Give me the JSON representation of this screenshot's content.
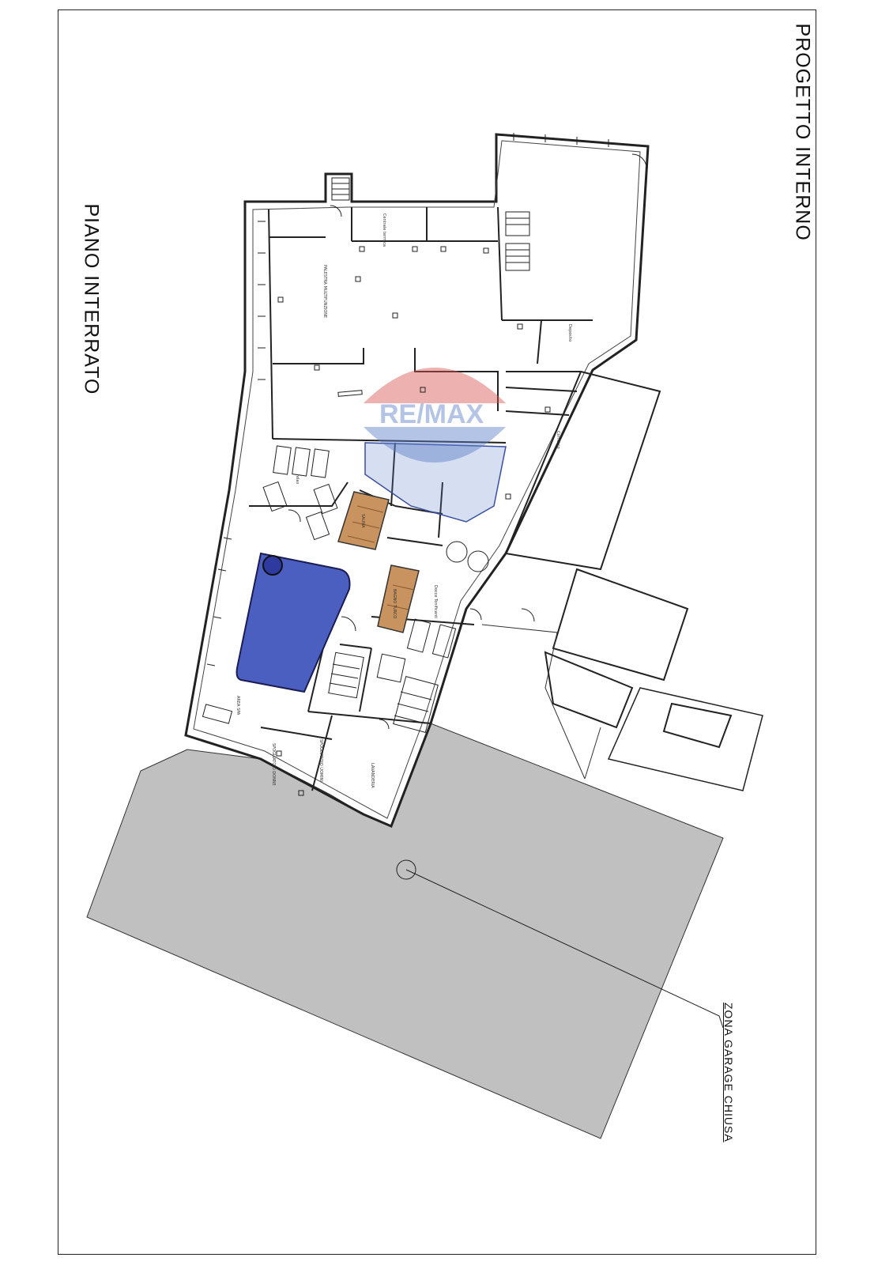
{
  "drawing": {
    "project_title": "PROGETTO INTERNO",
    "floor_title": "PIANO INTERRATO",
    "garage_label": "ZONA GARAGE CHIUSA",
    "watermark": "RE/MAX",
    "room_labels": {
      "spa": "AREA SPA",
      "lavanderia": "LAVANDERIA",
      "spogliatoio_uomini": "SPOGLIATOIO UOMINI",
      "spogliatoio_donne": "SPOGLIATOIO DONNE",
      "sauna": "SAUNA",
      "bagno_turco": "BAGNO TURCO",
      "relax": "relax",
      "docce": "Docce Tonificanti",
      "palestra": "PALESTRA MULTIFUNZIONE",
      "deposito": "Deposito",
      "centrale_termica": "Centrale termica",
      "corridoio": "Corridoio"
    }
  },
  "colors": {
    "pool": "#4a5fbf",
    "sauna_wood": "#c8935e",
    "garage_fill": "#c0c0c0",
    "line": "#222222",
    "watermark_red": "#d9534f",
    "watermark_blue": "#5b7dc9"
  }
}
